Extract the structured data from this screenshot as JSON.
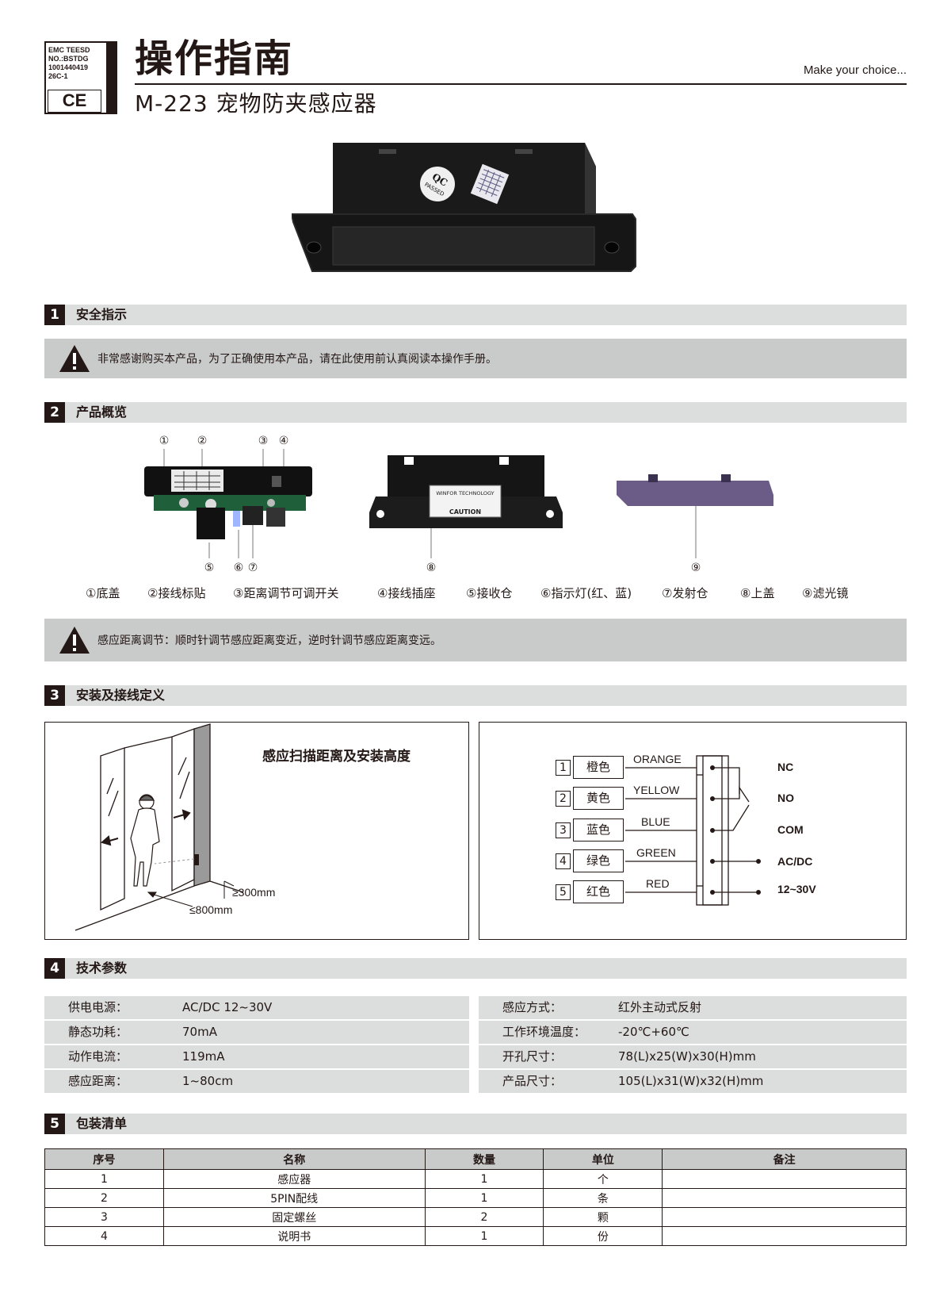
{
  "header": {
    "cert_lines": [
      "EMC TEESD",
      "NO.:BSTDG",
      "1001440419",
      "26C-1"
    ],
    "ce_mark": "CE",
    "title": "操作指南",
    "tagline": "Make  your choice...",
    "subtitle": "M-223  宠物防夹感应器"
  },
  "hero": {
    "qc_top": "QC",
    "qc_bottom": "PASSED"
  },
  "sections": [
    {
      "num": "1",
      "label": "安全指示"
    },
    {
      "num": "2",
      "label": "产品概览"
    },
    {
      "num": "3",
      "label": "安装及接线定义"
    },
    {
      "num": "4",
      "label": "技术参数"
    },
    {
      "num": "5",
      "label": "包装清单"
    }
  ],
  "safety_notice": "非常感谢购买本产品，为了正确使用本产品，请在此使用前认真阅读本操作手册。",
  "overview": {
    "callouts": [
      "①",
      "②",
      "③",
      "④",
      "⑤",
      "⑥",
      "⑦",
      "⑧",
      "⑨"
    ],
    "cover_caution": "CAUTION",
    "cover_brand": "WINFOR TECHNOLOGY",
    "parts": [
      "①底盖",
      "②接线标贴",
      "③距离调节可调开关",
      "④接线插座",
      "⑤接收仓",
      "⑥指示灯(红、蓝)",
      "⑦发射仓",
      "⑧上盖",
      "⑨滤光镜"
    ]
  },
  "distance_notice": "感应距离调节：顺时针调节感应距离变近，逆时针调节感应距离变远。",
  "install": {
    "title": "感应扫描距离及安装高度",
    "height_label": "≥300mm",
    "distance_label": "≤800mm"
  },
  "wiring": {
    "rows": [
      {
        "idx": "1",
        "color": "橙色",
        "name": "ORANGE"
      },
      {
        "idx": "2",
        "color": "黄色",
        "name": "YELLOW"
      },
      {
        "idx": "3",
        "color": "蓝色",
        "name": "BLUE"
      },
      {
        "idx": "4",
        "color": "绿色",
        "name": "GREEN"
      },
      {
        "idx": "5",
        "color": "红色",
        "name": "RED"
      }
    ],
    "terminals": [
      "NC",
      "NO",
      "COM",
      "AC/DC",
      "12~30V"
    ]
  },
  "specs": {
    "left": [
      {
        "k": "供电电源：",
        "v": "AC/DC 12~30V"
      },
      {
        "k": "静态功耗：",
        "v": "70mA"
      },
      {
        "k": "动作电流：",
        "v": "119mA"
      },
      {
        "k": "感应距离：",
        "v": "1~80cm"
      }
    ],
    "right": [
      {
        "k": "感应方式：",
        "v": "红外主动式反射"
      },
      {
        "k": "工作环境温度：",
        "v": "-20℃+60℃"
      },
      {
        "k": "开孔尺寸：",
        "v": "78(L)x25(W)x30(H)mm"
      },
      {
        "k": "产品尺寸：",
        "v": "105(L)x31(W)x32(H)mm"
      }
    ]
  },
  "packing": {
    "headers": [
      "序号",
      "名称",
      "数量",
      "单位",
      "备注"
    ],
    "rows": [
      [
        "1",
        "感应器",
        "1",
        "个",
        ""
      ],
      [
        "2",
        "5PIN配线",
        "1",
        "条",
        ""
      ],
      [
        "3",
        "固定螺丝",
        "2",
        "颗",
        ""
      ],
      [
        "4",
        "说明书",
        "1",
        "份",
        ""
      ]
    ]
  }
}
